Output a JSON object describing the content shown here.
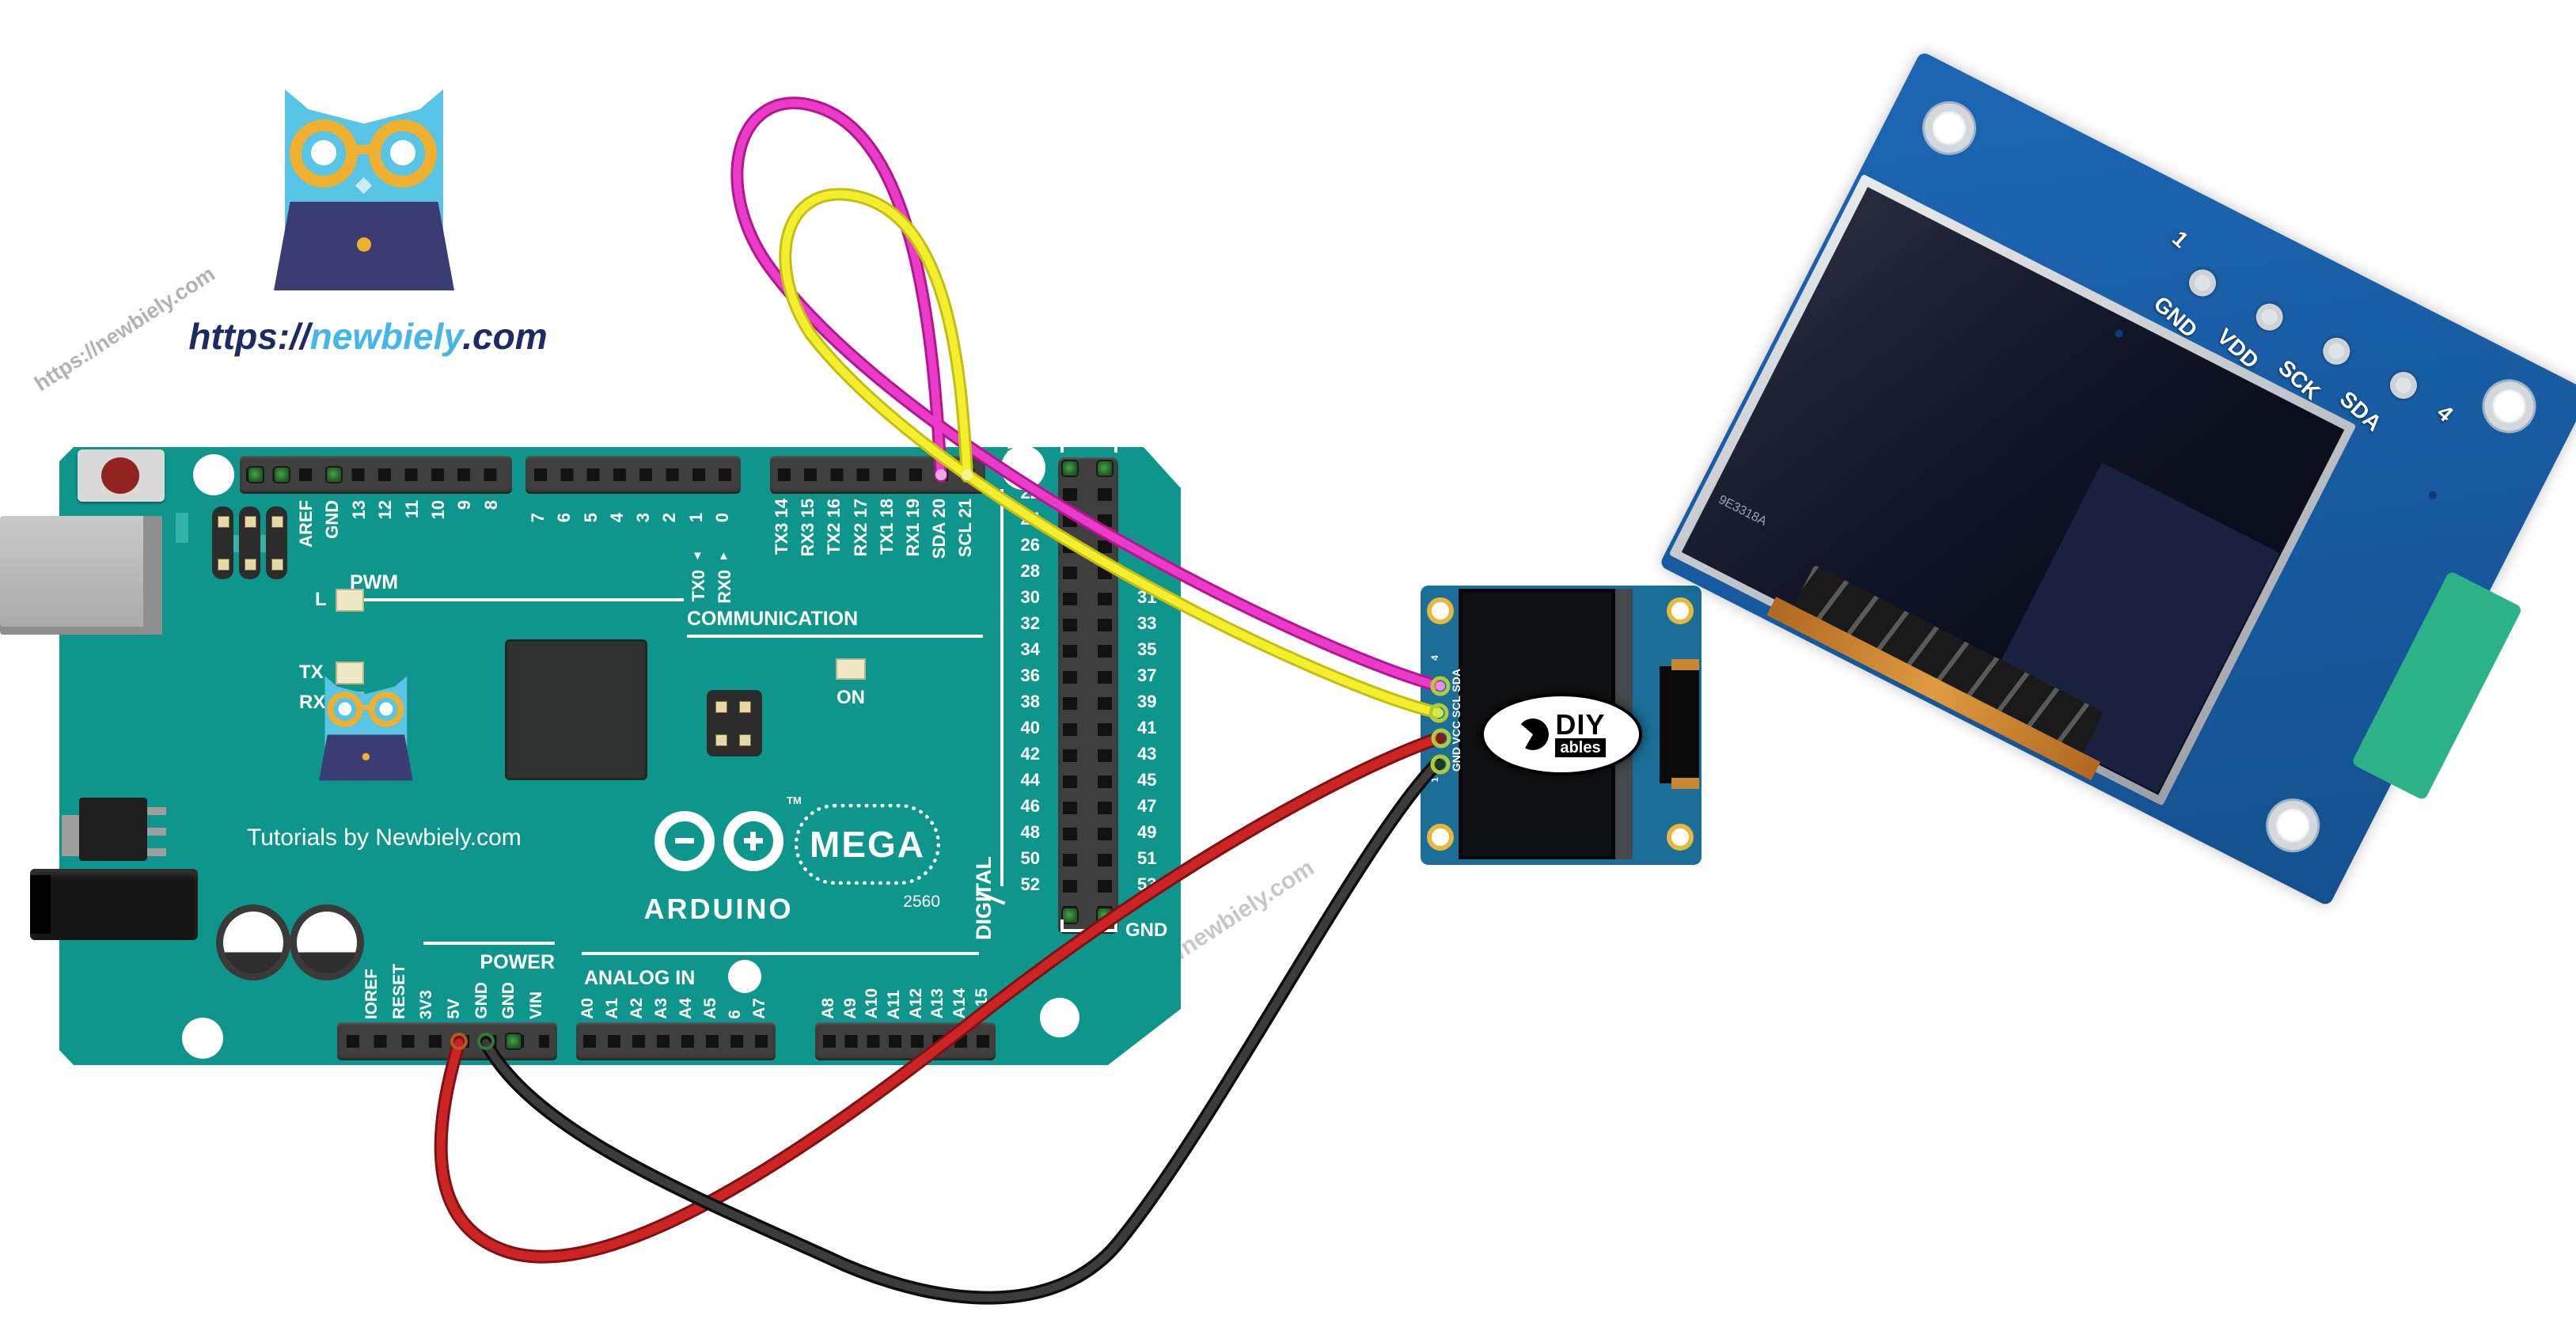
{
  "watermark_text": "https://newbiely.com",
  "logo": {
    "url_https": "https://",
    "url_name": "newbiely",
    "url_com": ".com"
  },
  "arduino": {
    "tutorials_text": "Tutorials by Newbiely.com",
    "brand": "ARDUINO",
    "brand_tm": "TM",
    "model": "MEGA",
    "model_number": "2560",
    "section_labels": {
      "pwm": "PWM",
      "communication": "COMMUNICATION",
      "power": "POWER",
      "analog_in": "ANALOG IN",
      "digital": "DIGITAL"
    },
    "led_labels": {
      "l": "L",
      "tx": "TX",
      "rx": "RX",
      "on": "ON"
    },
    "corner_labels": {
      "five_v": "5V",
      "gnd": "GND"
    },
    "pins_top_row_a": [
      "AREF",
      "GND",
      "13",
      "12",
      "11",
      "10",
      "9",
      "8"
    ],
    "pins_top_row_b": [
      "7",
      "6",
      "5",
      "4",
      "3",
      "2",
      "1",
      "0"
    ],
    "serial_markers": {
      "tx0": "TX0",
      "rx0": "RX0",
      "tx0_arrow": "▼",
      "rx0_arrow": "▲"
    },
    "pins_communication": [
      "TX3 14",
      "RX3 15",
      "TX2 16",
      "RX2 17",
      "TX1 18",
      "RX1 19",
      "SDA 20",
      "SCL 21"
    ],
    "pins_digital_left": [
      "22",
      "24",
      "26",
      "28",
      "30",
      "32",
      "34",
      "36",
      "38",
      "40",
      "42",
      "44",
      "46",
      "48",
      "50",
      "52"
    ],
    "pins_digital_right": [
      "31",
      "33",
      "35",
      "37",
      "39",
      "41",
      "43",
      "45",
      "47",
      "49",
      "51",
      "53"
    ],
    "pins_power": [
      "IOREF",
      "RESET",
      "3V3",
      "5V",
      "GND",
      "GND",
      "VIN"
    ],
    "pins_analog_a": [
      "A0",
      "A1",
      "A2",
      "A3",
      "A4",
      "A5",
      "6",
      "A7"
    ],
    "pins_analog_b": [
      "A8",
      "A9",
      "A10",
      "A11",
      "A12",
      "A13",
      "A14",
      "A15"
    ]
  },
  "oled_module": {
    "pin_top_number": "4",
    "pin_bottom_number": "1",
    "pins": [
      "SDA",
      "SCL",
      "VCC",
      "GND"
    ],
    "logo_diy": "DIY",
    "logo_ables": "ables"
  },
  "oled_photo": {
    "pin_number_left": "1",
    "pin_labels": [
      "GND",
      "VDD",
      "SCK",
      "SDA"
    ],
    "pin_number_right": "4",
    "serial": "9E3318A"
  },
  "wires": [
    {
      "name": "sda-wire",
      "color": "#e135c6",
      "from": "SDA 20",
      "to": "SDA"
    },
    {
      "name": "scl-wire",
      "color": "#f0ec2a",
      "from": "SCL 21",
      "to": "SCL"
    },
    {
      "name": "vcc-wire",
      "color": "#c62828",
      "from": "5V",
      "to": "VCC"
    },
    {
      "name": "gnd-wire",
      "color": "#2d2d2d",
      "from": "GND",
      "to": "GND"
    }
  ],
  "colors": {
    "board_teal": "#0F968C",
    "oled_pcb": "#1b6e97",
    "photo_pcb": "#1a5fa8",
    "photo_green_tab": "#2cb287",
    "silkscreen": "#ffffff",
    "header_dark": "#3d3d3d",
    "logo_navy": "#3c3c74",
    "owl_blue": "#58c4e6",
    "glasses_gold": "#efaf2f",
    "url_navy": "#1d2b63",
    "url_blue": "#45b6e8"
  }
}
